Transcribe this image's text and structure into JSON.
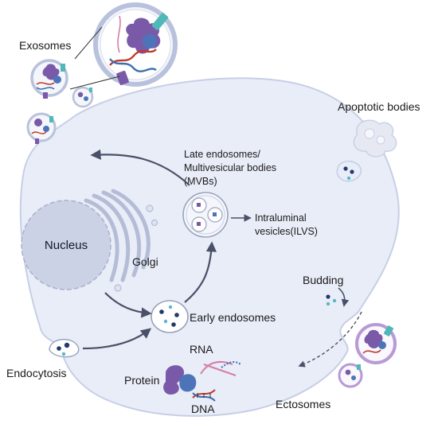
{
  "labels": {
    "exosomes": "Exosomes",
    "apoptotic_bodies": "Apoptotic bodies",
    "late_endosomes_line1": "Late endosomes/",
    "late_endosomes_line2": "Multivesicular bodies",
    "late_endosomes_line3": "(MVBs)",
    "ilvs_line1": "Intraluminal",
    "ilvs_line2": "vesicles(ILVS)",
    "nucleus": "Nucleus",
    "golgi": "Golgi",
    "budding": "Budding",
    "early_endosomes": "Early endosomes",
    "endocytosis": "Endocytosis",
    "rna": "RNA",
    "protein": "Protein",
    "dna": "DNA",
    "ectosomes": "Ectosomes"
  },
  "colors": {
    "cell_fill": "#e9edf8",
    "cell_stroke": "#c7cfe6",
    "nucleus_fill": "#ccd2e6",
    "nucleus_stroke": "#a9b1cc",
    "golgi_stroke": "#b5bdd6",
    "vesicle_stroke": "#9aa3bd",
    "exosome_ring": "#b9c2dc",
    "protein_purple": "#7a5aa8",
    "protein_blue": "#4d74b8",
    "dna_red": "#c0392b",
    "dna_blue": "#3a6fb0",
    "rna_pink": "#d47ea8",
    "teal_marker": "#4fb8b8",
    "dot_navy": "#1f3b6e",
    "dot_teal": "#57b8c8",
    "arrow": "#4a5068",
    "ectosome_ring": "#b79ad6",
    "apoptotic_fill": "#e6e9f2"
  },
  "icons": {
    "exosome": "exosome-icon",
    "apoptotic_body": "apoptotic-body-icon",
    "mvb": "multivesicular-body-icon",
    "early_endosome": "early-endosome-icon",
    "golgi": "golgi-apparatus-icon",
    "nucleus": "nucleus-icon",
    "protein": "protein-icon",
    "rna": "rna-icon",
    "dna": "dna-icon",
    "ectosome": "ectosome-icon"
  }
}
